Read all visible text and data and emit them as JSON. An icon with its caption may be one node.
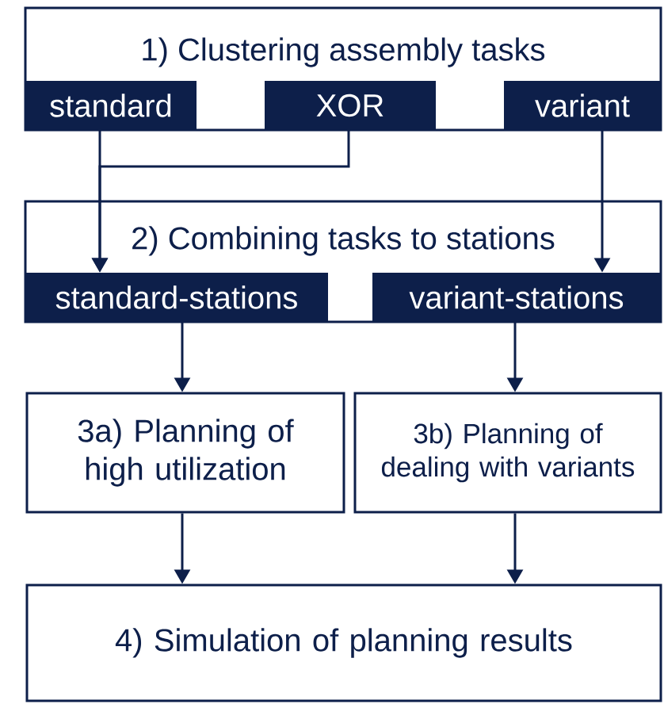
{
  "diagram": {
    "nodes": [
      {
        "text": [
          "1) Clustering assembly tasks"
        ]
      },
      {
        "text": [
          "standard"
        ],
        "in": 0
      },
      {
        "text": [
          "XOR"
        ],
        "in": 0
      },
      {
        "text": [
          "variant"
        ],
        "in": 0
      },
      {
        "text": [
          "2) Combining tasks to stations"
        ]
      },
      {
        "text": [
          "standard-stations"
        ],
        "in": 4
      },
      {
        "text": [
          "variant-stations"
        ],
        "in": 4
      },
      {
        "text": [
          "3a) Planning of high utilization"
        ]
      },
      {
        "text": [
          "3b) Planning of dealing with variants"
        ]
      },
      {
        "text": [
          "4) Simulation of planning results"
        ]
      }
    ],
    "edges": [
      {
        "from": 1,
        "to": 5,
        "arrow": "to"
      },
      {
        "from": 2,
        "to": 5,
        "arrow": "to"
      },
      {
        "from": 3,
        "to": 6,
        "arrow": "to"
      },
      {
        "from": 5,
        "to": 7,
        "arrow": "to"
      },
      {
        "from": 6,
        "to": 8,
        "arrow": "to"
      },
      {
        "from": 7,
        "to": 9,
        "arrow": "to"
      },
      {
        "from": 8,
        "to": 9,
        "arrow": "to"
      }
    ]
  }
}
